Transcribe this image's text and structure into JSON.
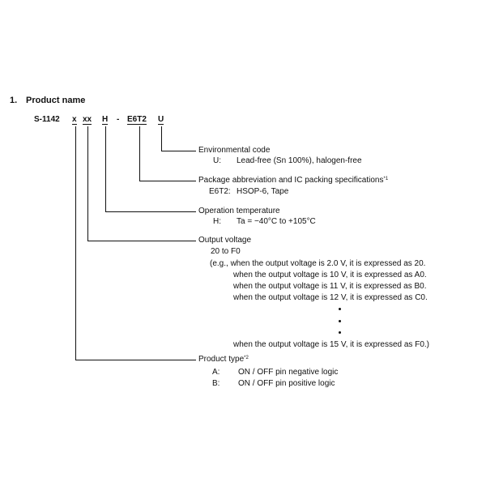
{
  "section": {
    "number": "1.",
    "title": "Product name"
  },
  "part": {
    "prefix": "S-1142",
    "x": "x",
    "xx": "xx",
    "h": "H",
    "dash": "-",
    "pkg": "E6T2",
    "env": "U"
  },
  "environmental": {
    "title": "Environmental code",
    "key": "U:",
    "value": "Lead-free (Sn 100%), halogen-free"
  },
  "package": {
    "title": "Package abbreviation and IC packing specifications",
    "note": "*1",
    "key": "E6T2:",
    "value": "HSOP-6, Tape"
  },
  "temperature": {
    "title": "Operation temperature",
    "key": "H:",
    "value": "Ta = −40°C to +105°C"
  },
  "voltage": {
    "title": "Output voltage",
    "range": "20 to F0",
    "examples": [
      "(e.g., when the output voltage is 2.0 V, it is expressed as 20.",
      "when the output voltage is 10 V, it is expressed as A0.",
      "when the output voltage is 11 V, it is expressed as B0.",
      "when the output voltage is 12 V, it is expressed as C0.",
      "when the output voltage is 15 V, it is expressed as F0.)"
    ]
  },
  "product_type": {
    "title": "Product type",
    "note": "*2",
    "options": [
      {
        "key": "A:",
        "value": "ON / OFF pin negative logic"
      },
      {
        "key": "B:",
        "value": "ON / OFF pin positive logic"
      }
    ]
  }
}
